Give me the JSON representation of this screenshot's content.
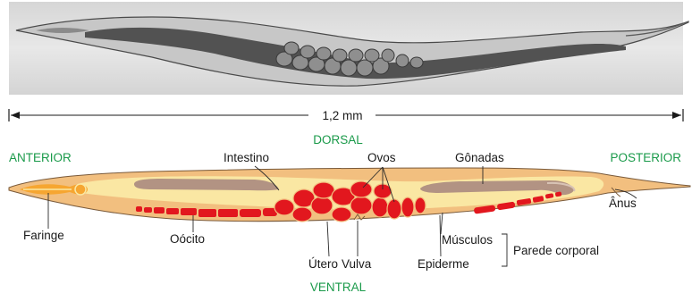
{
  "scale_bar": {
    "label": "1,2 mm"
  },
  "directions": {
    "dorsal": "DORSAL",
    "ventral": "VENTRAL",
    "anterior": "ANTERIOR",
    "posterior": "POSTERIOR"
  },
  "labels": {
    "intestino": "Intestino",
    "ovos": "Ovos",
    "gonadas": "Gônadas",
    "anus": "Ânus",
    "faringe": "Faringe",
    "oocito": "Oócito",
    "utero": "Útero",
    "vulva": "Vulva",
    "musculos": "Músculos",
    "epiderme": "Epiderme",
    "parede_corporal": "Parede corporal"
  },
  "colors": {
    "body": "#f2bf7f",
    "intestine": "#fae7a3",
    "gonad": "#b29383",
    "eggs": "#e2171e",
    "pharynx": "#f6a631",
    "direction_text": "#1a9a4a",
    "photo_bg": "#e2e2e2"
  }
}
